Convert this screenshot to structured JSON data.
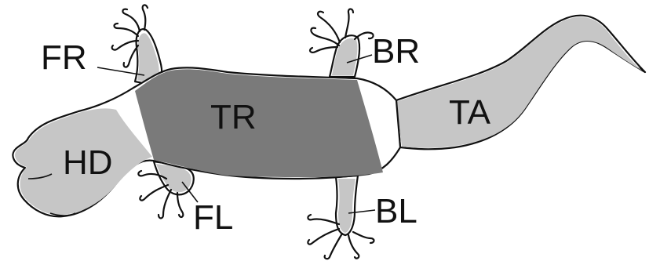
{
  "diagram": {
    "regions": [
      {
        "key": "head",
        "label": "HD"
      },
      {
        "key": "front_right_leg",
        "label": "FR"
      },
      {
        "key": "front_left_leg",
        "label": "FL"
      },
      {
        "key": "trunk",
        "label": "TR"
      },
      {
        "key": "back_right_leg",
        "label": "BR"
      },
      {
        "key": "back_left_leg",
        "label": "BL"
      },
      {
        "key": "tail",
        "label": "TA"
      }
    ],
    "colors": {
      "outline": "#111111",
      "body_unshaded": "#ffffff",
      "light_region": "#c6c6c6",
      "trunk_region": "#7a7a7a"
    }
  }
}
